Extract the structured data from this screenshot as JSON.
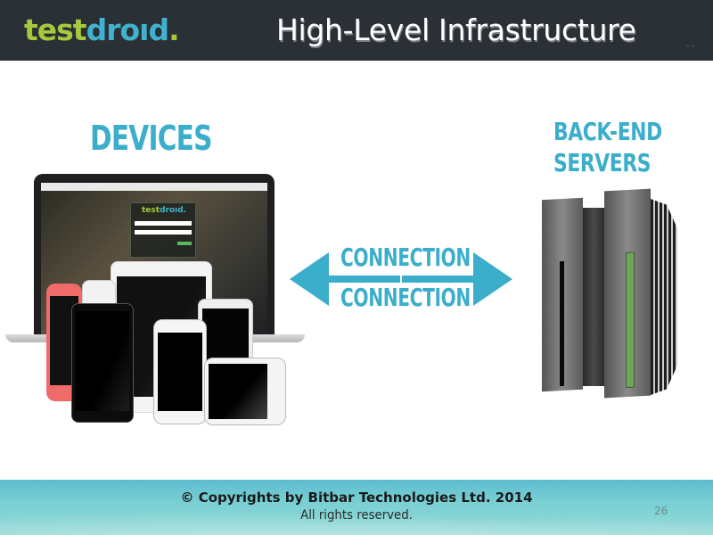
{
  "header": {
    "logo": {
      "part1": "test",
      "part2": "droıd",
      "dot": "."
    },
    "title": "High-Level Infrastructure"
  },
  "diagram": {
    "devices_label": "DEVICES",
    "backend_label_line1": "BACK-END",
    "backend_label_line2": "SERVERS",
    "connection_top": "CONNECTION",
    "connection_bottom": "CONNECTION",
    "laptop_screen_logo": {
      "part1": "test",
      "part2": "droıd."
    }
  },
  "footer": {
    "copyright": "© Copyrights by Bitbar Technologies Ltd. 2014",
    "rights": "All rights reserved.",
    "page_number": "26"
  },
  "colors": {
    "header_bg": "#2b2f36",
    "brand_green": "#a5c93a",
    "brand_blue": "#3fb2ce",
    "diagram_blue": "#3aaecb",
    "footer_teal": "#79cfd3",
    "server_led_green": "#6fa65a"
  }
}
